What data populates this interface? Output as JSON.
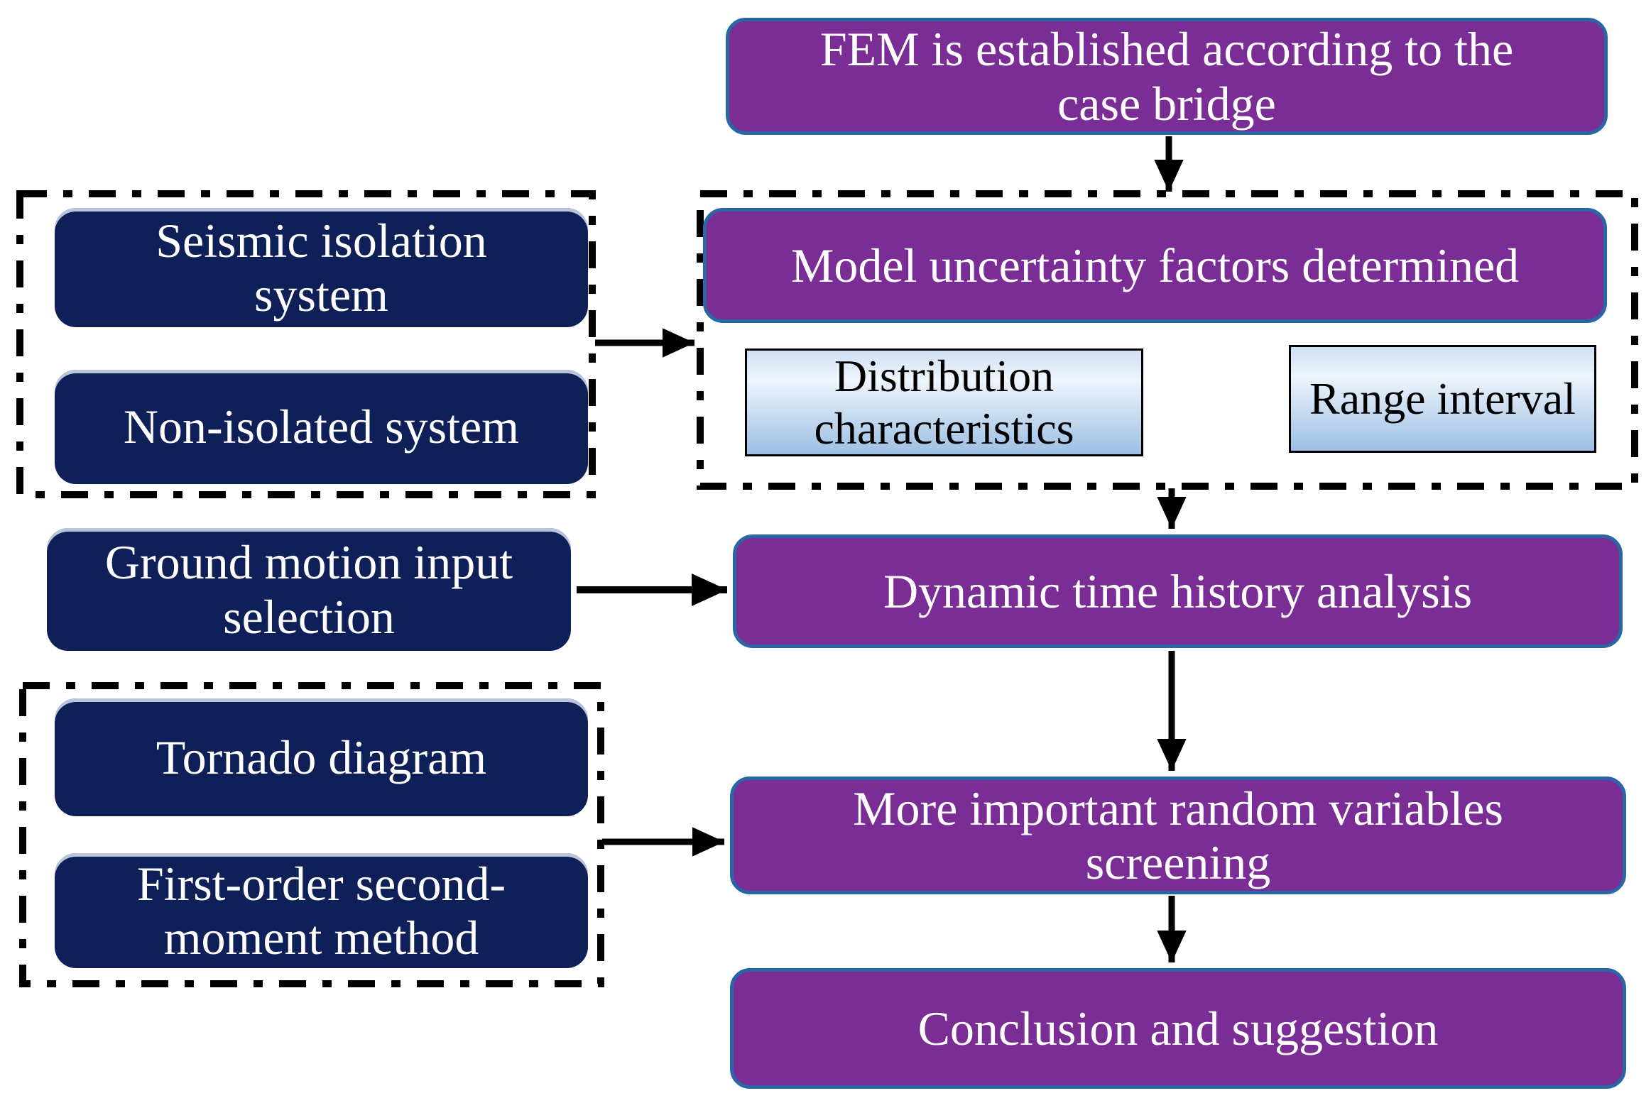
{
  "diagram": {
    "type": "flowchart",
    "nodes": {
      "fem": {
        "label": "FEM is established according to the\ncase bridge",
        "style": "purple"
      },
      "model": {
        "label": "Model uncertainty factors determined",
        "style": "purple"
      },
      "distribution": {
        "label": "Distribution\ncharacteristics",
        "style": "light-gradient"
      },
      "range": {
        "label": "Range interval",
        "style": "light-gradient"
      },
      "seismic": {
        "label": "Seismic isolation\nsystem",
        "style": "navy"
      },
      "nonisolated": {
        "label": "Non-isolated system",
        "style": "navy"
      },
      "ground": {
        "label": "Ground motion input\nselection",
        "style": "navy"
      },
      "dynamic": {
        "label": "Dynamic time history analysis",
        "style": "purple"
      },
      "tornado": {
        "label": "Tornado diagram",
        "style": "navy"
      },
      "firstorder": {
        "label": "First-order second-\nmoment method",
        "style": "navy"
      },
      "screening": {
        "label": "More important random variables\nscreening",
        "style": "purple"
      },
      "conclusion": {
        "label": "Conclusion and suggestion",
        "style": "purple"
      }
    },
    "groups": [
      {
        "name": "systems-frame",
        "contains": [
          "seismic",
          "nonisolated"
        ],
        "border": "black dash-dot"
      },
      {
        "name": "uncertainty-frame",
        "contains": [
          "model",
          "distribution",
          "range"
        ],
        "border": "black dash-dot"
      },
      {
        "name": "methods-frame",
        "contains": [
          "tornado",
          "firstorder"
        ],
        "border": "black dash-dot"
      }
    ],
    "edges": [
      {
        "from": "fem",
        "to": "uncertainty-frame",
        "direction": "down"
      },
      {
        "from": "systems-frame",
        "to": "uncertainty-frame",
        "direction": "right"
      },
      {
        "from": "uncertainty-frame",
        "to": "dynamic",
        "direction": "down"
      },
      {
        "from": "ground",
        "to": "dynamic",
        "direction": "right"
      },
      {
        "from": "dynamic",
        "to": "screening",
        "direction": "down"
      },
      {
        "from": "methods-frame",
        "to": "screening",
        "direction": "right"
      },
      {
        "from": "screening",
        "to": "conclusion",
        "direction": "down"
      }
    ]
  },
  "colors": {
    "purple": "#7b2d96",
    "navy": "#0f2059",
    "border_blue": "#2a65a5",
    "light_box_top": "#cfe0f3",
    "light_box_mid": "#eef5fc",
    "light_box_bottom": "#9dbfe4",
    "arrow": "#000000",
    "frame": "#000000",
    "text_on_dark": "#ffffff",
    "text_on_light": "#000000",
    "background": "#ffffff"
  }
}
